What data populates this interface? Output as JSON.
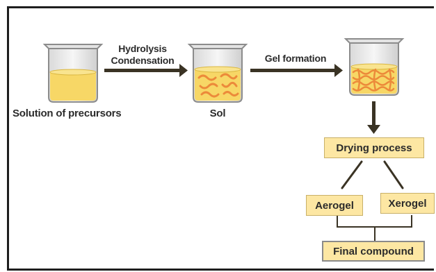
{
  "steps": {
    "precursors": "Solution of precursors",
    "hydrolysis": "Hydrolysis",
    "condensation": "Condensation",
    "sol": "Sol",
    "gel_formation": "Gel formation",
    "drying": "Drying process",
    "aerogel": "Aerogel",
    "xerogel": "Xerogel",
    "final": "Final compound"
  },
  "colors": {
    "liquid": "#f7d766",
    "liquid_dark": "#e8b93a",
    "strands": "#ec8a3a",
    "box_fill": "#fde7a3",
    "arrow": "#3a3324"
  }
}
